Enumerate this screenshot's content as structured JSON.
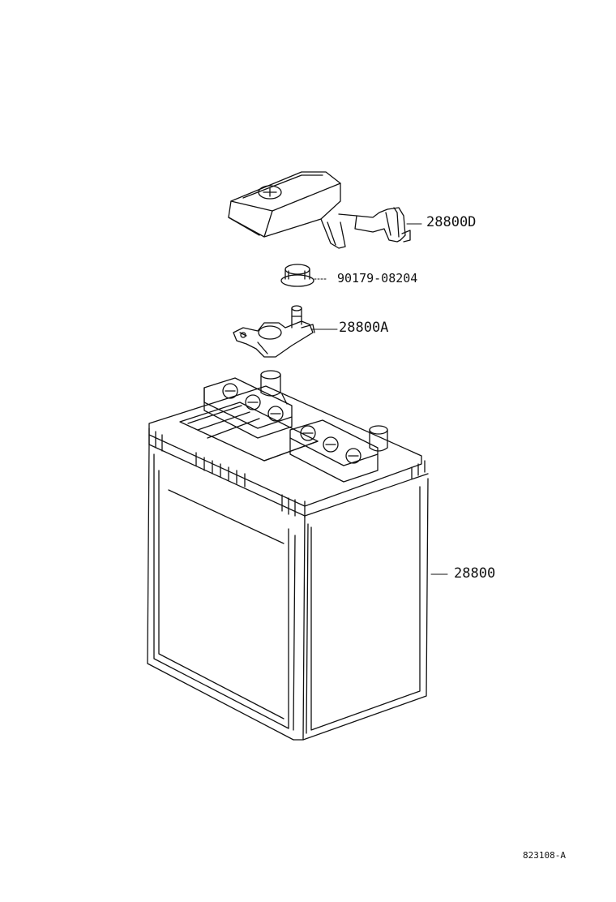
{
  "callouts": {
    "cover": "28800D",
    "nut": "90179-08204",
    "clamp": "28800A",
    "battery": "28800"
  },
  "figure_code": "823108-A",
  "parts": [
    {
      "id": "terminal-cover",
      "part_no": "28800D"
    },
    {
      "id": "nut",
      "part_no": "90179-08204"
    },
    {
      "id": "terminal-clamp",
      "part_no": "28800A"
    },
    {
      "id": "battery",
      "part_no": "28800"
    }
  ],
  "colors": {
    "ink": "#111111",
    "paper": "#ffffff"
  }
}
